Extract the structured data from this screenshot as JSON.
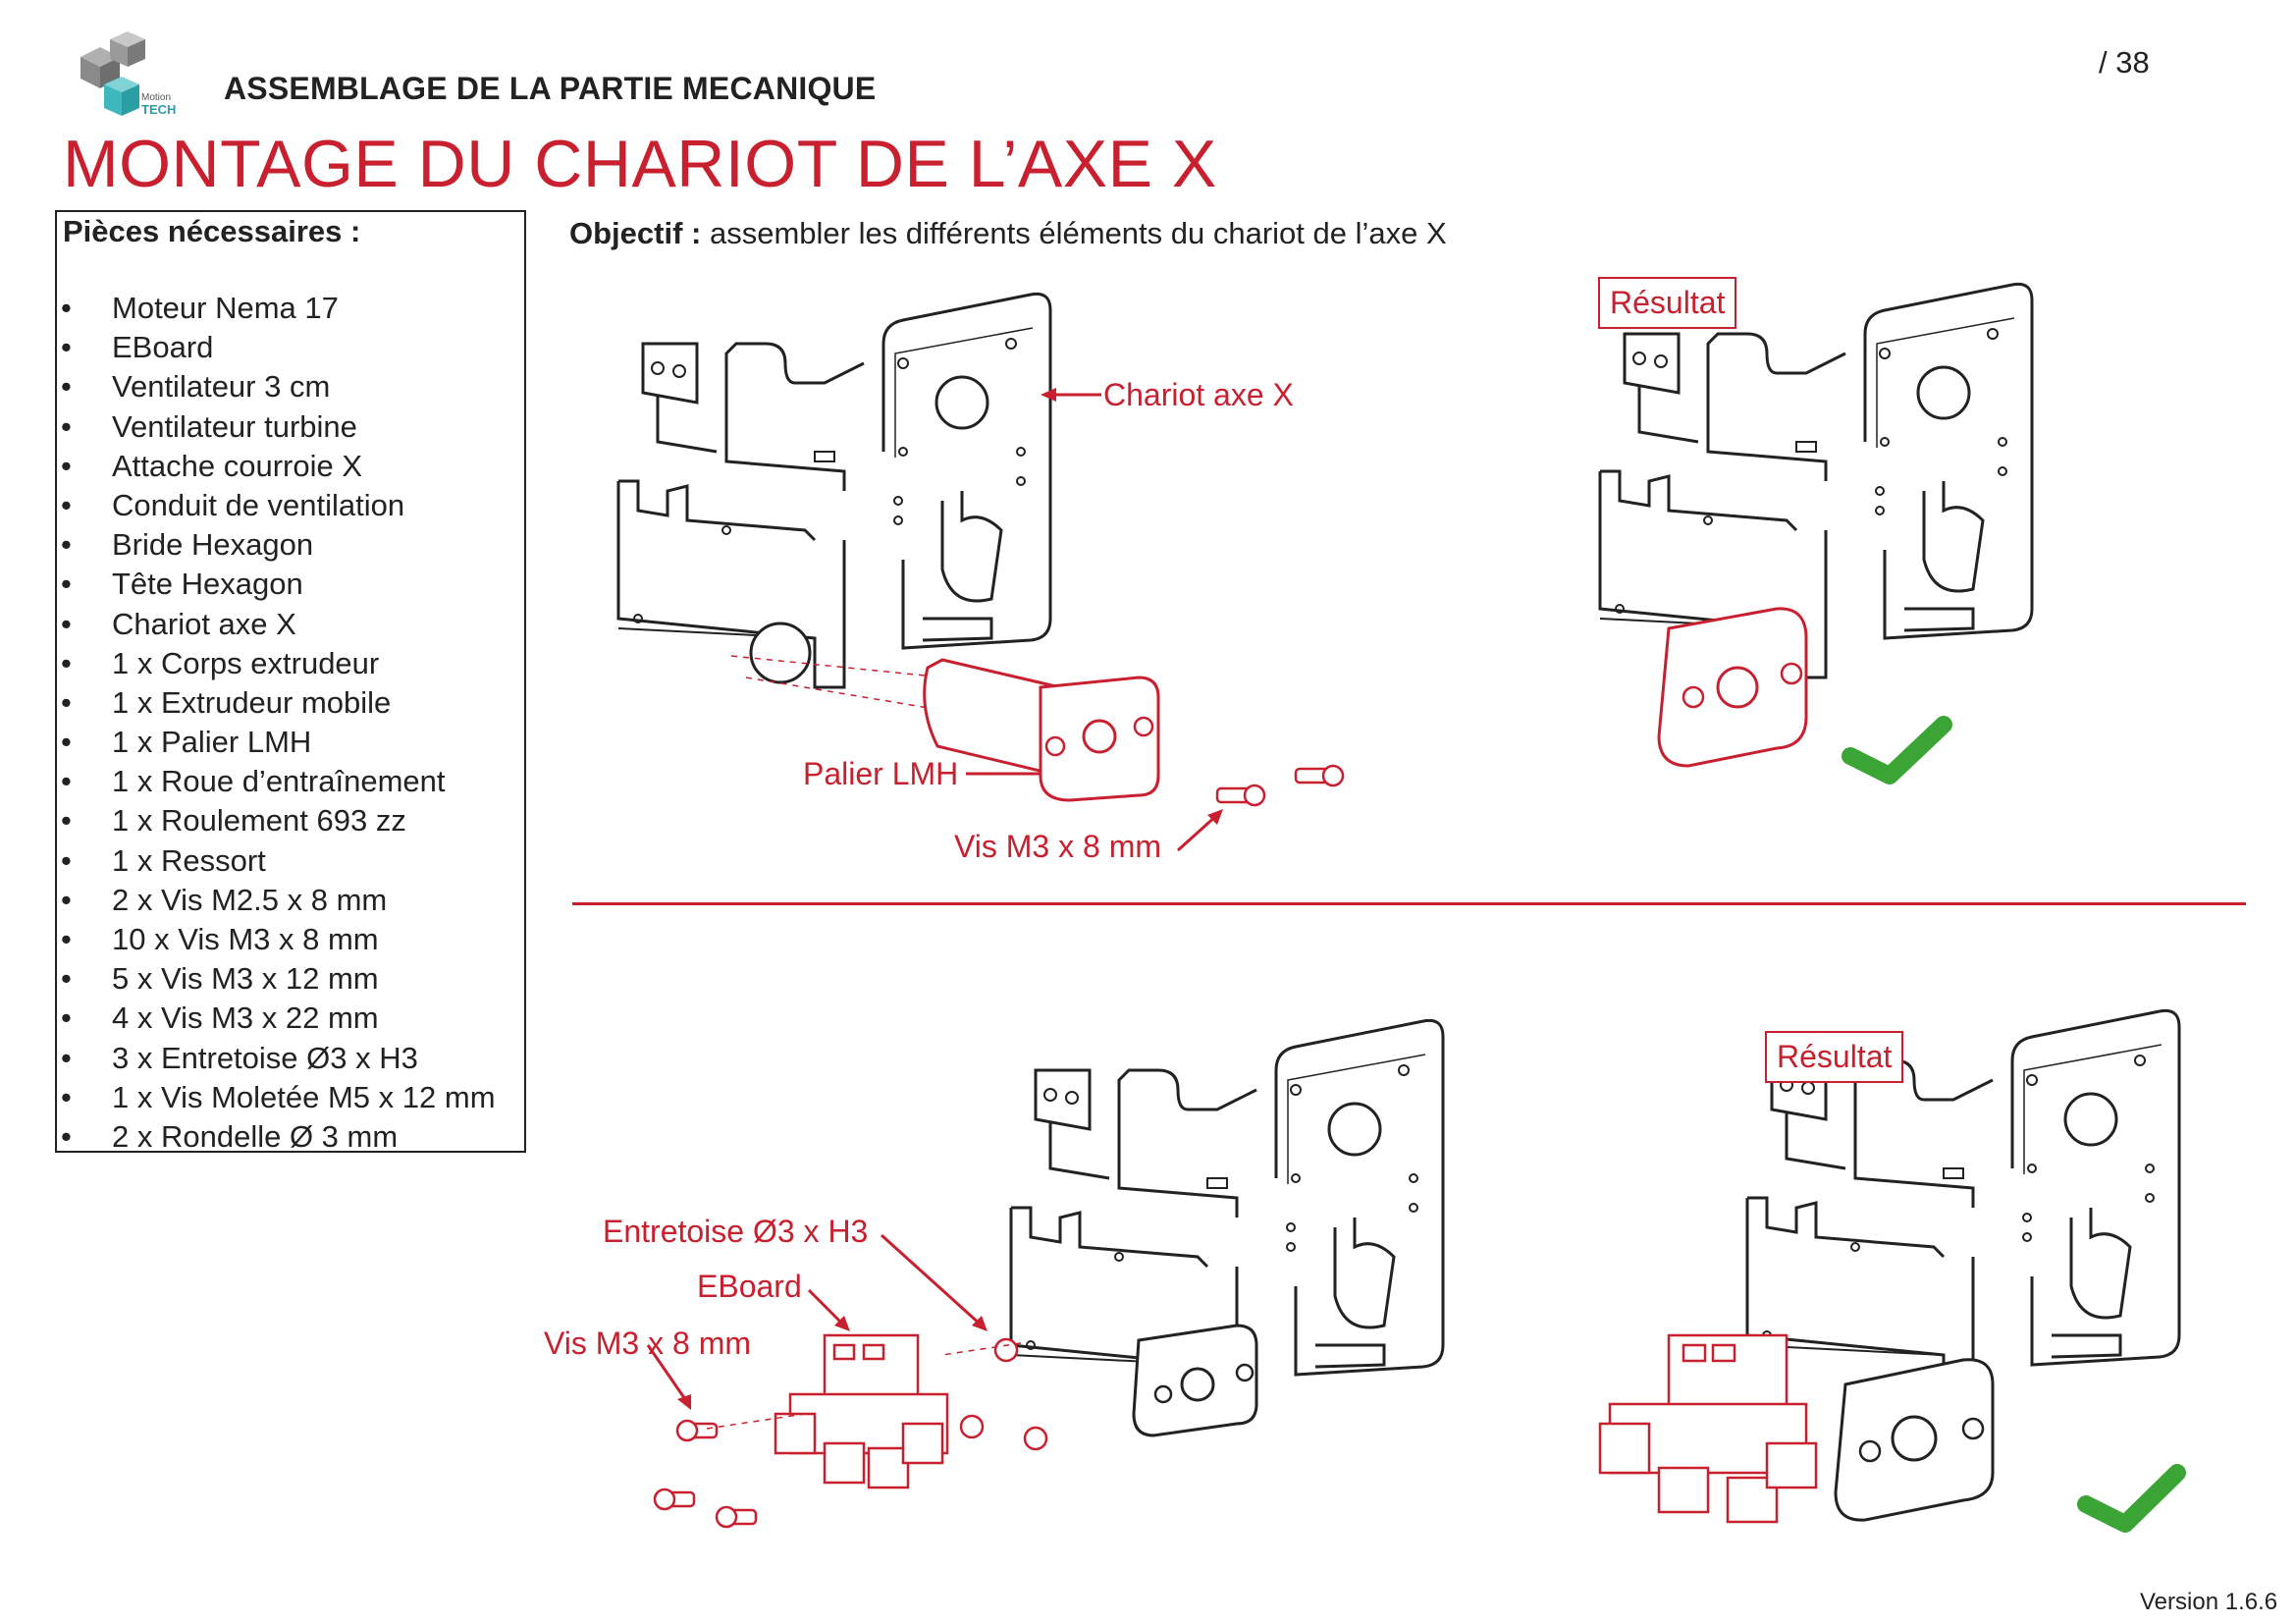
{
  "header": {
    "logo_text_top": "Motion",
    "logo_text_bottom": "TECH",
    "subtitle": "ASSEMBLAGE DE LA PARTIE MECANIQUE",
    "page_number": "/ 38",
    "title": "MONTAGE DU CHARIOT DE L’AXE X"
  },
  "parts": {
    "title": "Pièces nécessaires :",
    "items": [
      "Moteur Nema 17",
      "EBoard",
      "Ventilateur 3 cm",
      "Ventilateur turbine",
      "Attache courroie X",
      "Conduit de ventilation",
      "Bride Hexagon",
      "Tête Hexagon",
      "Chariot axe X",
      "1 x Corps extrudeur",
      "1 x Extrudeur mobile",
      "1 x Palier LMH",
      "1 x Roue d’entraînement",
      "1 x Roulement 693 zz",
      "1 x Ressort",
      "2 x Vis M2.5 x 8 mm",
      "10 x Vis M3 x 8 mm",
      "5 x Vis M3 x 12 mm",
      "4 x Vis M3 x 22 mm",
      "3 x Entretoise Ø3 x H3",
      "1 x Vis Moletée M5 x 12 mm",
      "2 x Rondelle Ø 3 mm"
    ]
  },
  "objective": {
    "label": "Objectif :",
    "text": " assembler les différents éléments du chariot de l’axe X"
  },
  "step1": {
    "label_chariot": "Chariot axe X",
    "label_palier": "Palier LMH",
    "label_vis": "Vis M3 x 8 mm",
    "result": "Résultat"
  },
  "step2": {
    "label_entretoise": "Entretoise Ø3 x H3",
    "label_eboard": "EBoard",
    "label_vis": "Vis M3 x 8 mm",
    "result": "Résultat"
  },
  "footer": {
    "version": "Version 1.6.6"
  },
  "colors": {
    "accent_red": "#c8202f",
    "check_green": "#3aa535",
    "ink": "#222222"
  },
  "icons": [
    "logo-icon",
    "checkmark-icon"
  ]
}
